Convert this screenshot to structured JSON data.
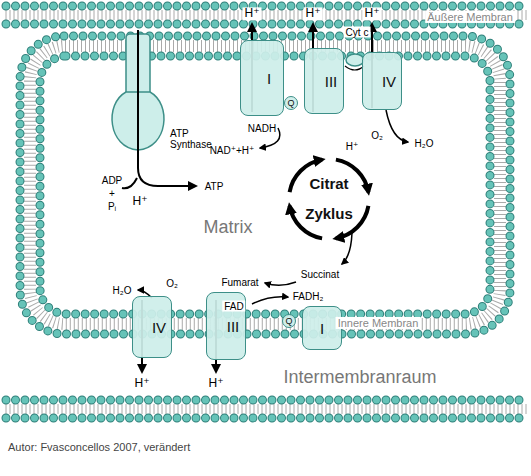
{
  "diagram": {
    "caption": "Autor: Fvasconcellos 2007, verändert",
    "nodes": [
      {
        "text": [
          "I"
        ]
      },
      {
        "text": [
          "Q"
        ]
      },
      {
        "text": [
          "III"
        ]
      },
      {
        "text": [
          "IV"
        ]
      },
      {
        "text": [
          "Citrat Zyklus"
        ]
      },
      {
        "text": [
          "IV"
        ]
      },
      {
        "text": [
          "III"
        ]
      },
      {
        "text": [
          "Q"
        ]
      },
      {
        "text": [
          "I"
        ]
      }
    ],
    "labels": [
      "Äußere Membran",
      "H⁺",
      "H⁺",
      "H⁺",
      "Cyt c",
      "ATP Synthase",
      "ADP",
      "+",
      "Pᵢ",
      "H⁺",
      "ATP",
      "NAD⁺+H⁺",
      "NADH",
      "O₂",
      "H₂O",
      "H⁺",
      "Matrix",
      "Fumarat",
      "Succinat",
      "FAD",
      "FADH₂",
      "Innere Membran",
      "H₂O",
      "O₂",
      "H⁺",
      "H⁺",
      "Intermembranraum"
    ]
  }
}
